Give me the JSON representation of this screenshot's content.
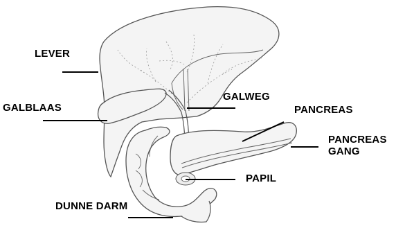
{
  "labels": {
    "lever": "LEVER",
    "galblaas": "GALBLAAS",
    "galweg": "GALWEG",
    "pancreas": "PANCREAS",
    "pancreas_gang": "PANCREAS\nGANG",
    "papil": "PAPIL",
    "dunne_darm": "DUNNE DARM"
  },
  "colors": {
    "ink": "#000000",
    "organ_line": "#555555",
    "organ_fill": "#f4f4f4",
    "duct_dots": "#888888"
  }
}
